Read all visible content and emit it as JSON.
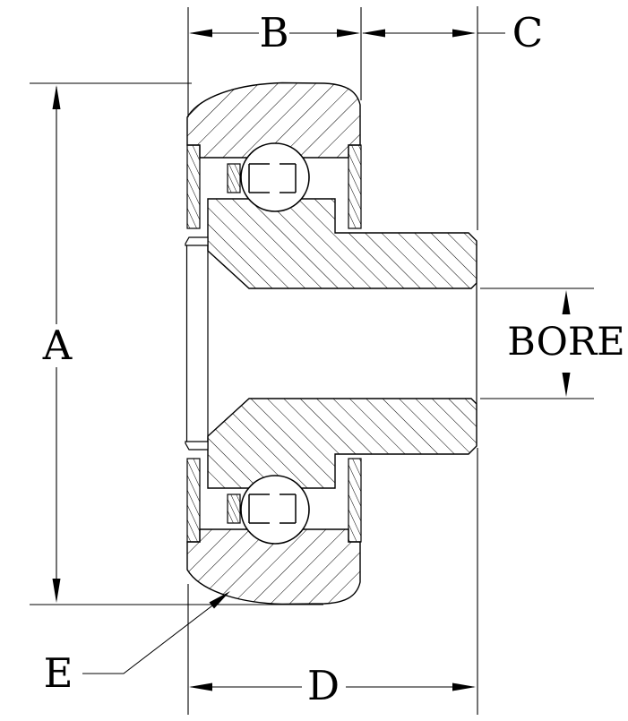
{
  "drawing": {
    "type": "bearing-cross-section",
    "colors": {
      "line": "#000000",
      "background": "#ffffff"
    },
    "dimensions": {
      "a": "A",
      "b": "B",
      "c": "C",
      "d": "D",
      "e": "E",
      "bore": "BORE"
    }
  }
}
